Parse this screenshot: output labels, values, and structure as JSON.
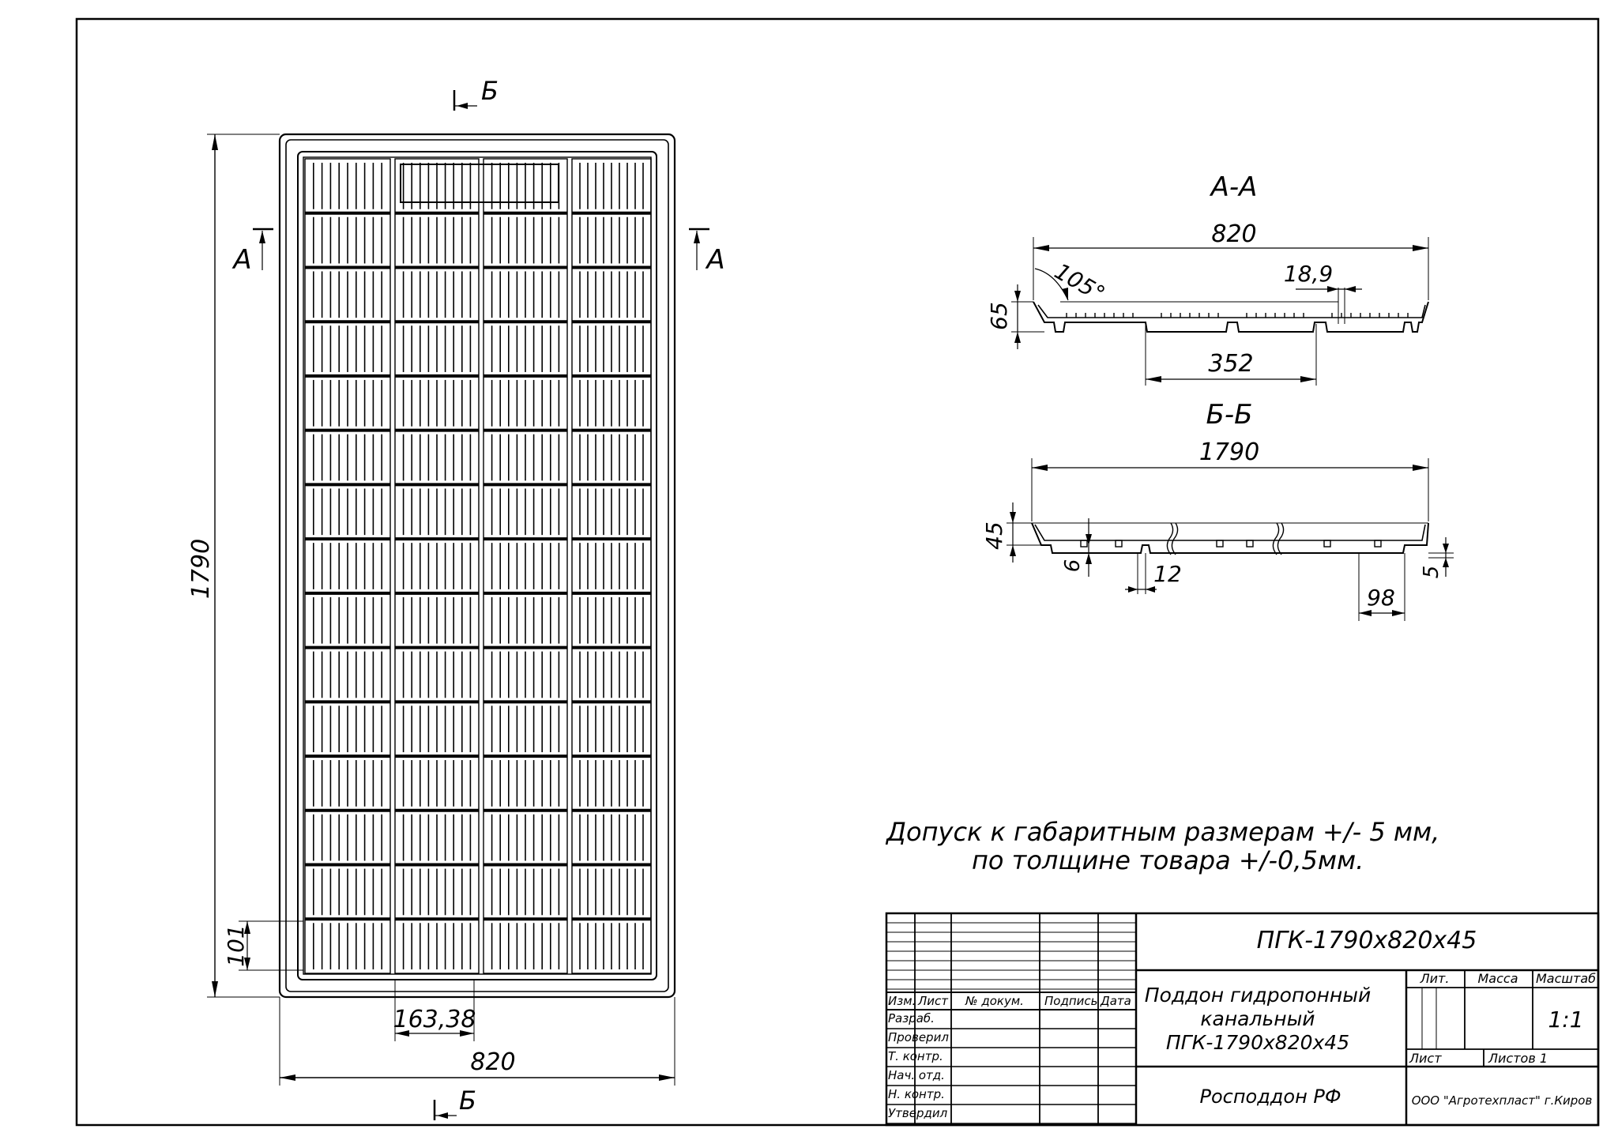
{
  "plan": {
    "width_dim": "820",
    "height_dim": "1790",
    "cell_width_dim": "163,38",
    "cell_pitch_dim": "101",
    "section_a_label": "А",
    "section_b_label": "Б"
  },
  "section_aa": {
    "title": "А-А",
    "width_dim": "820",
    "depth_dim": "65",
    "wall_angle": "105°",
    "rib_dim": "18,9",
    "channel_dim": "352"
  },
  "section_bb": {
    "title": "Б-Б",
    "length_dim": "1790",
    "depth_dim": "45",
    "foot_height_dim": "6",
    "foot_width_dim": "12",
    "end_foot_dim": "98",
    "edge_dim": "5"
  },
  "note": {
    "line1": "Допуск к габаритным размерам +/- 5 мм,",
    "line2": "по толщине товара +/-0,5мм."
  },
  "title_block": {
    "designation": "ПГК-1790х820х45",
    "name_line1": "Поддон гидропонный",
    "name_line2": "канальный",
    "name_line3": "ПГК-1790х820х45",
    "customer": "Росподдон РФ",
    "company": "ООО \"Агротехпласт\" г.Киров",
    "col_izm": "Изм.",
    "col_list": "Лист",
    "col_doc": "№ докум.",
    "col_sign": "Подпись",
    "col_date": "Дата",
    "row_razrab": "Разраб.",
    "row_proveril": "Проверил",
    "row_tkontr": "Т. контр.",
    "row_nachotd": "Нач. отд.",
    "row_nkontr": "Н. контр.",
    "row_utverdil": "Утвердил",
    "lit_label": "Лит.",
    "mass_label": "Масса",
    "scale_label": "Масштаб",
    "scale_value": "1:1",
    "sheet_label": "Лист",
    "sheets_label": "Листов 1"
  }
}
